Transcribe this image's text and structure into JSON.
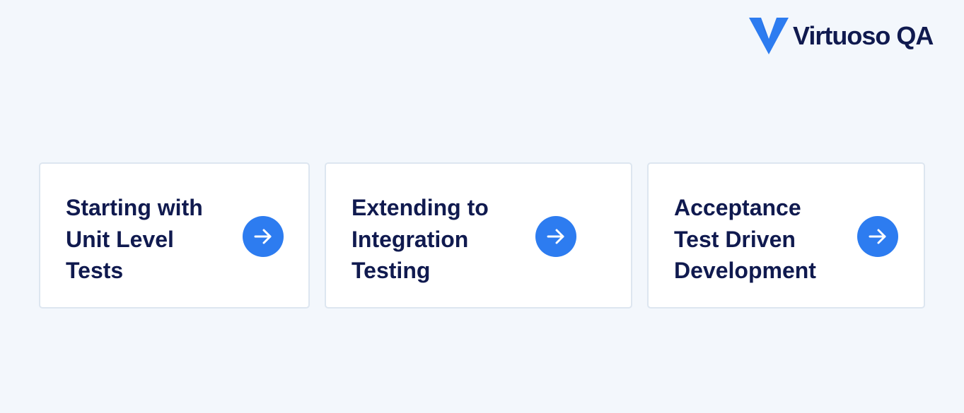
{
  "brand": {
    "name": "Virtuoso QA",
    "logo_icon": "v-logo-icon",
    "accent_color": "#2d7cf0",
    "text_color": "#101a4f"
  },
  "cards": [
    {
      "title_lines": [
        "Starting with",
        "Unit Level",
        "Tests"
      ],
      "icon": "arrow-right-icon"
    },
    {
      "title_lines": [
        "Extending to",
        "Integration",
        "Testing"
      ],
      "icon": "arrow-right-icon"
    },
    {
      "title_lines": [
        "Acceptance",
        "Test Driven",
        "Development"
      ],
      "icon": "arrow-right-icon"
    }
  ]
}
